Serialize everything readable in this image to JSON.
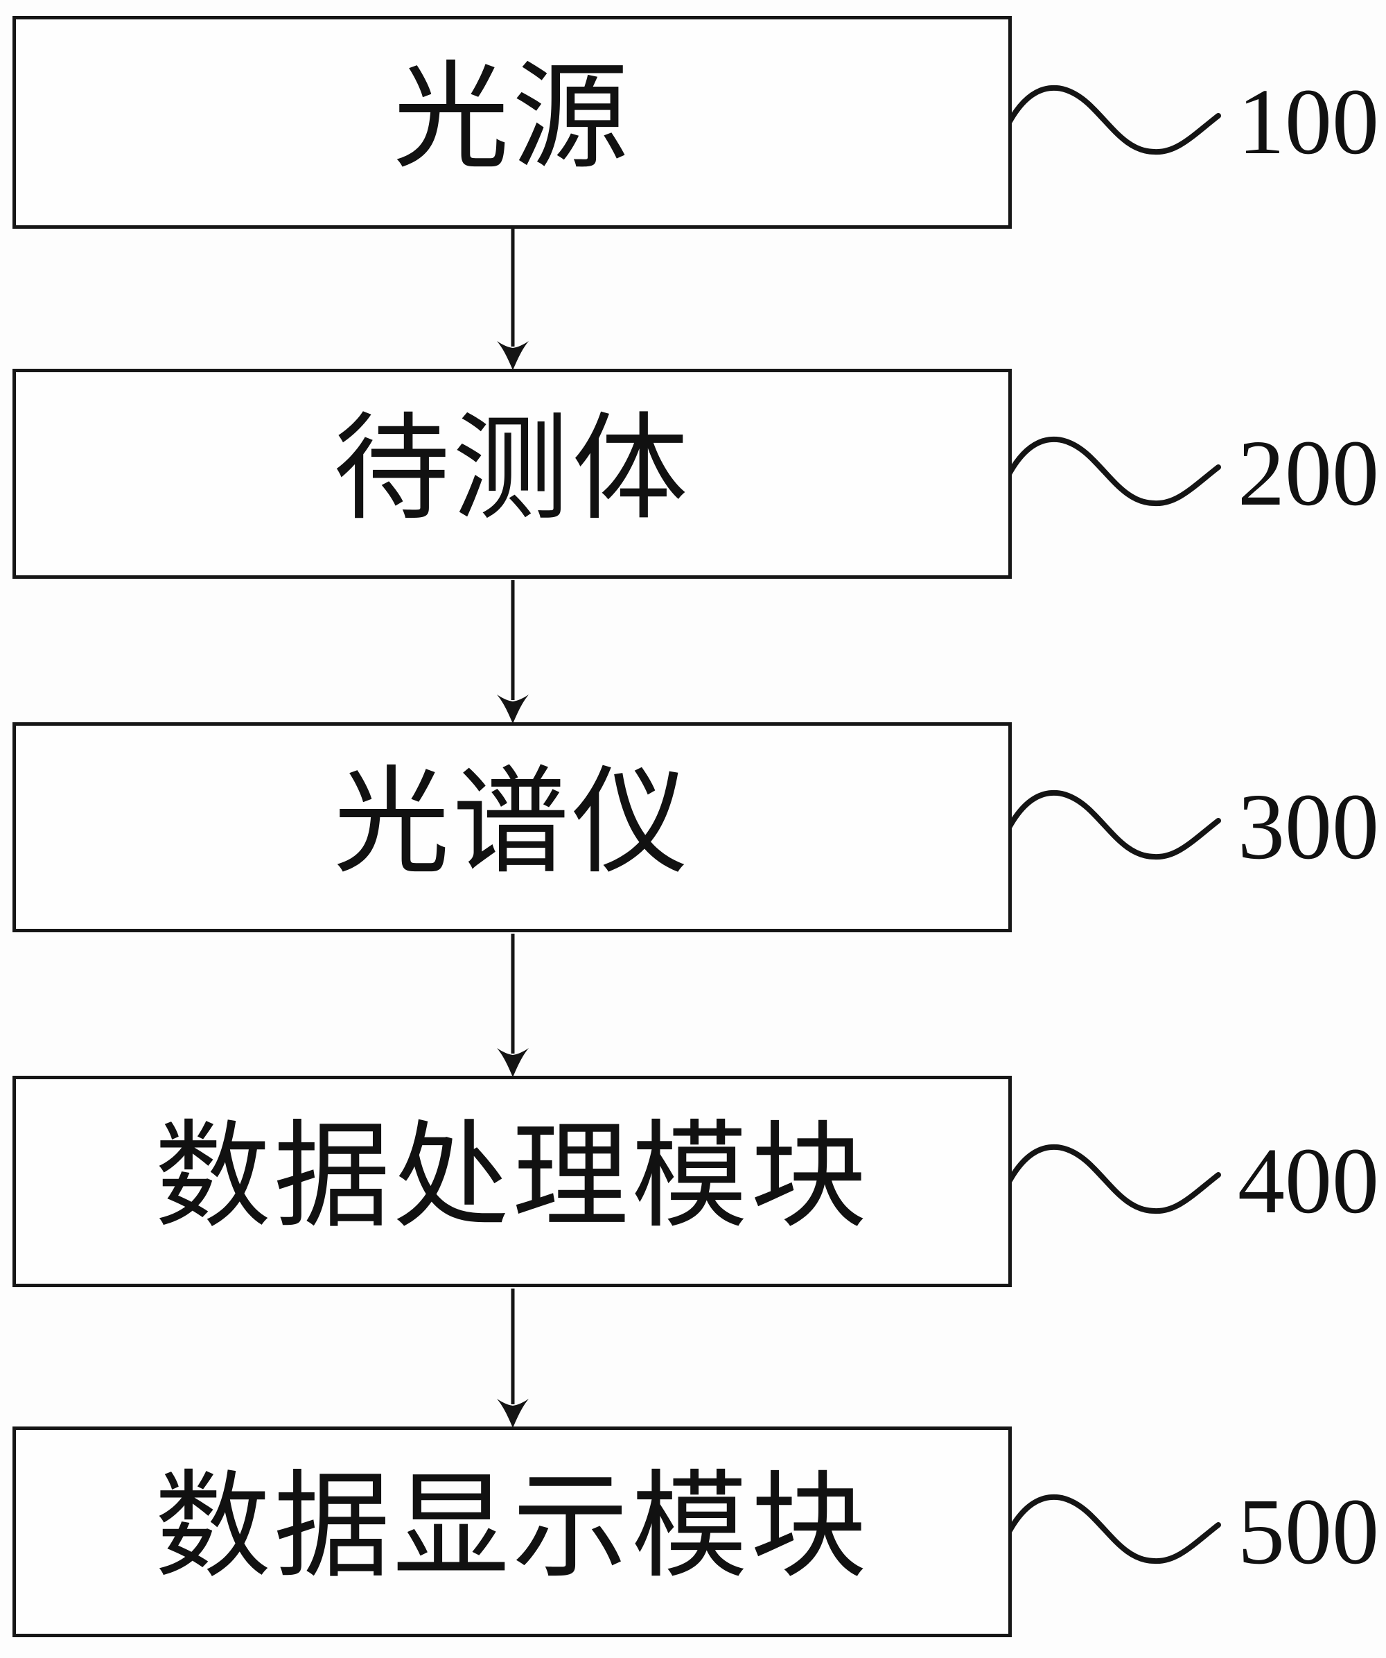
{
  "figure": {
    "type": "block-flow-diagram",
    "background": "#fdfdfd",
    "ink_color": "#161616",
    "blocks": [
      {
        "label": "光源",
        "ref": "100"
      },
      {
        "label": "待测体",
        "ref": "200"
      },
      {
        "label": "光谱仪",
        "ref": "300"
      },
      {
        "label": "数据处理模块",
        "ref": "400"
      },
      {
        "label": "数据显示模块",
        "ref": "500"
      }
    ],
    "flow": [
      "100 → 200",
      "200 → 300",
      "300 → 400",
      "400 → 500"
    ]
  }
}
